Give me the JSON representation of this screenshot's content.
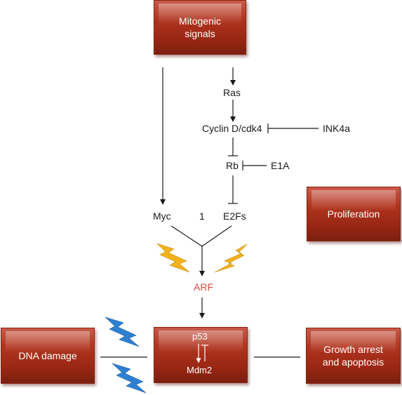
{
  "boxes": {
    "mitogenic": "Mitogenic\nsignals",
    "proliferation": "Proliferation",
    "dna_damage": "DNA damage",
    "growth_arrest": "Growth arrest\nand apoptosis"
  },
  "nodes": {
    "ras": "Ras",
    "cyclin": "Cyclin D/cdk4",
    "ink4a": "INK4a",
    "rb": "Rb",
    "e1a": "E1A",
    "myc": "Myc",
    "one": "1",
    "e2fs": "E2Fs",
    "arf": "ARF",
    "p53": "p53",
    "mdm2": "Mdm2"
  },
  "colors": {
    "box_red": "#a8301c",
    "arf_text": "#d9463a",
    "lightning_yellow": "#f2b21a",
    "lightning_blue": "#2e7fd0"
  }
}
